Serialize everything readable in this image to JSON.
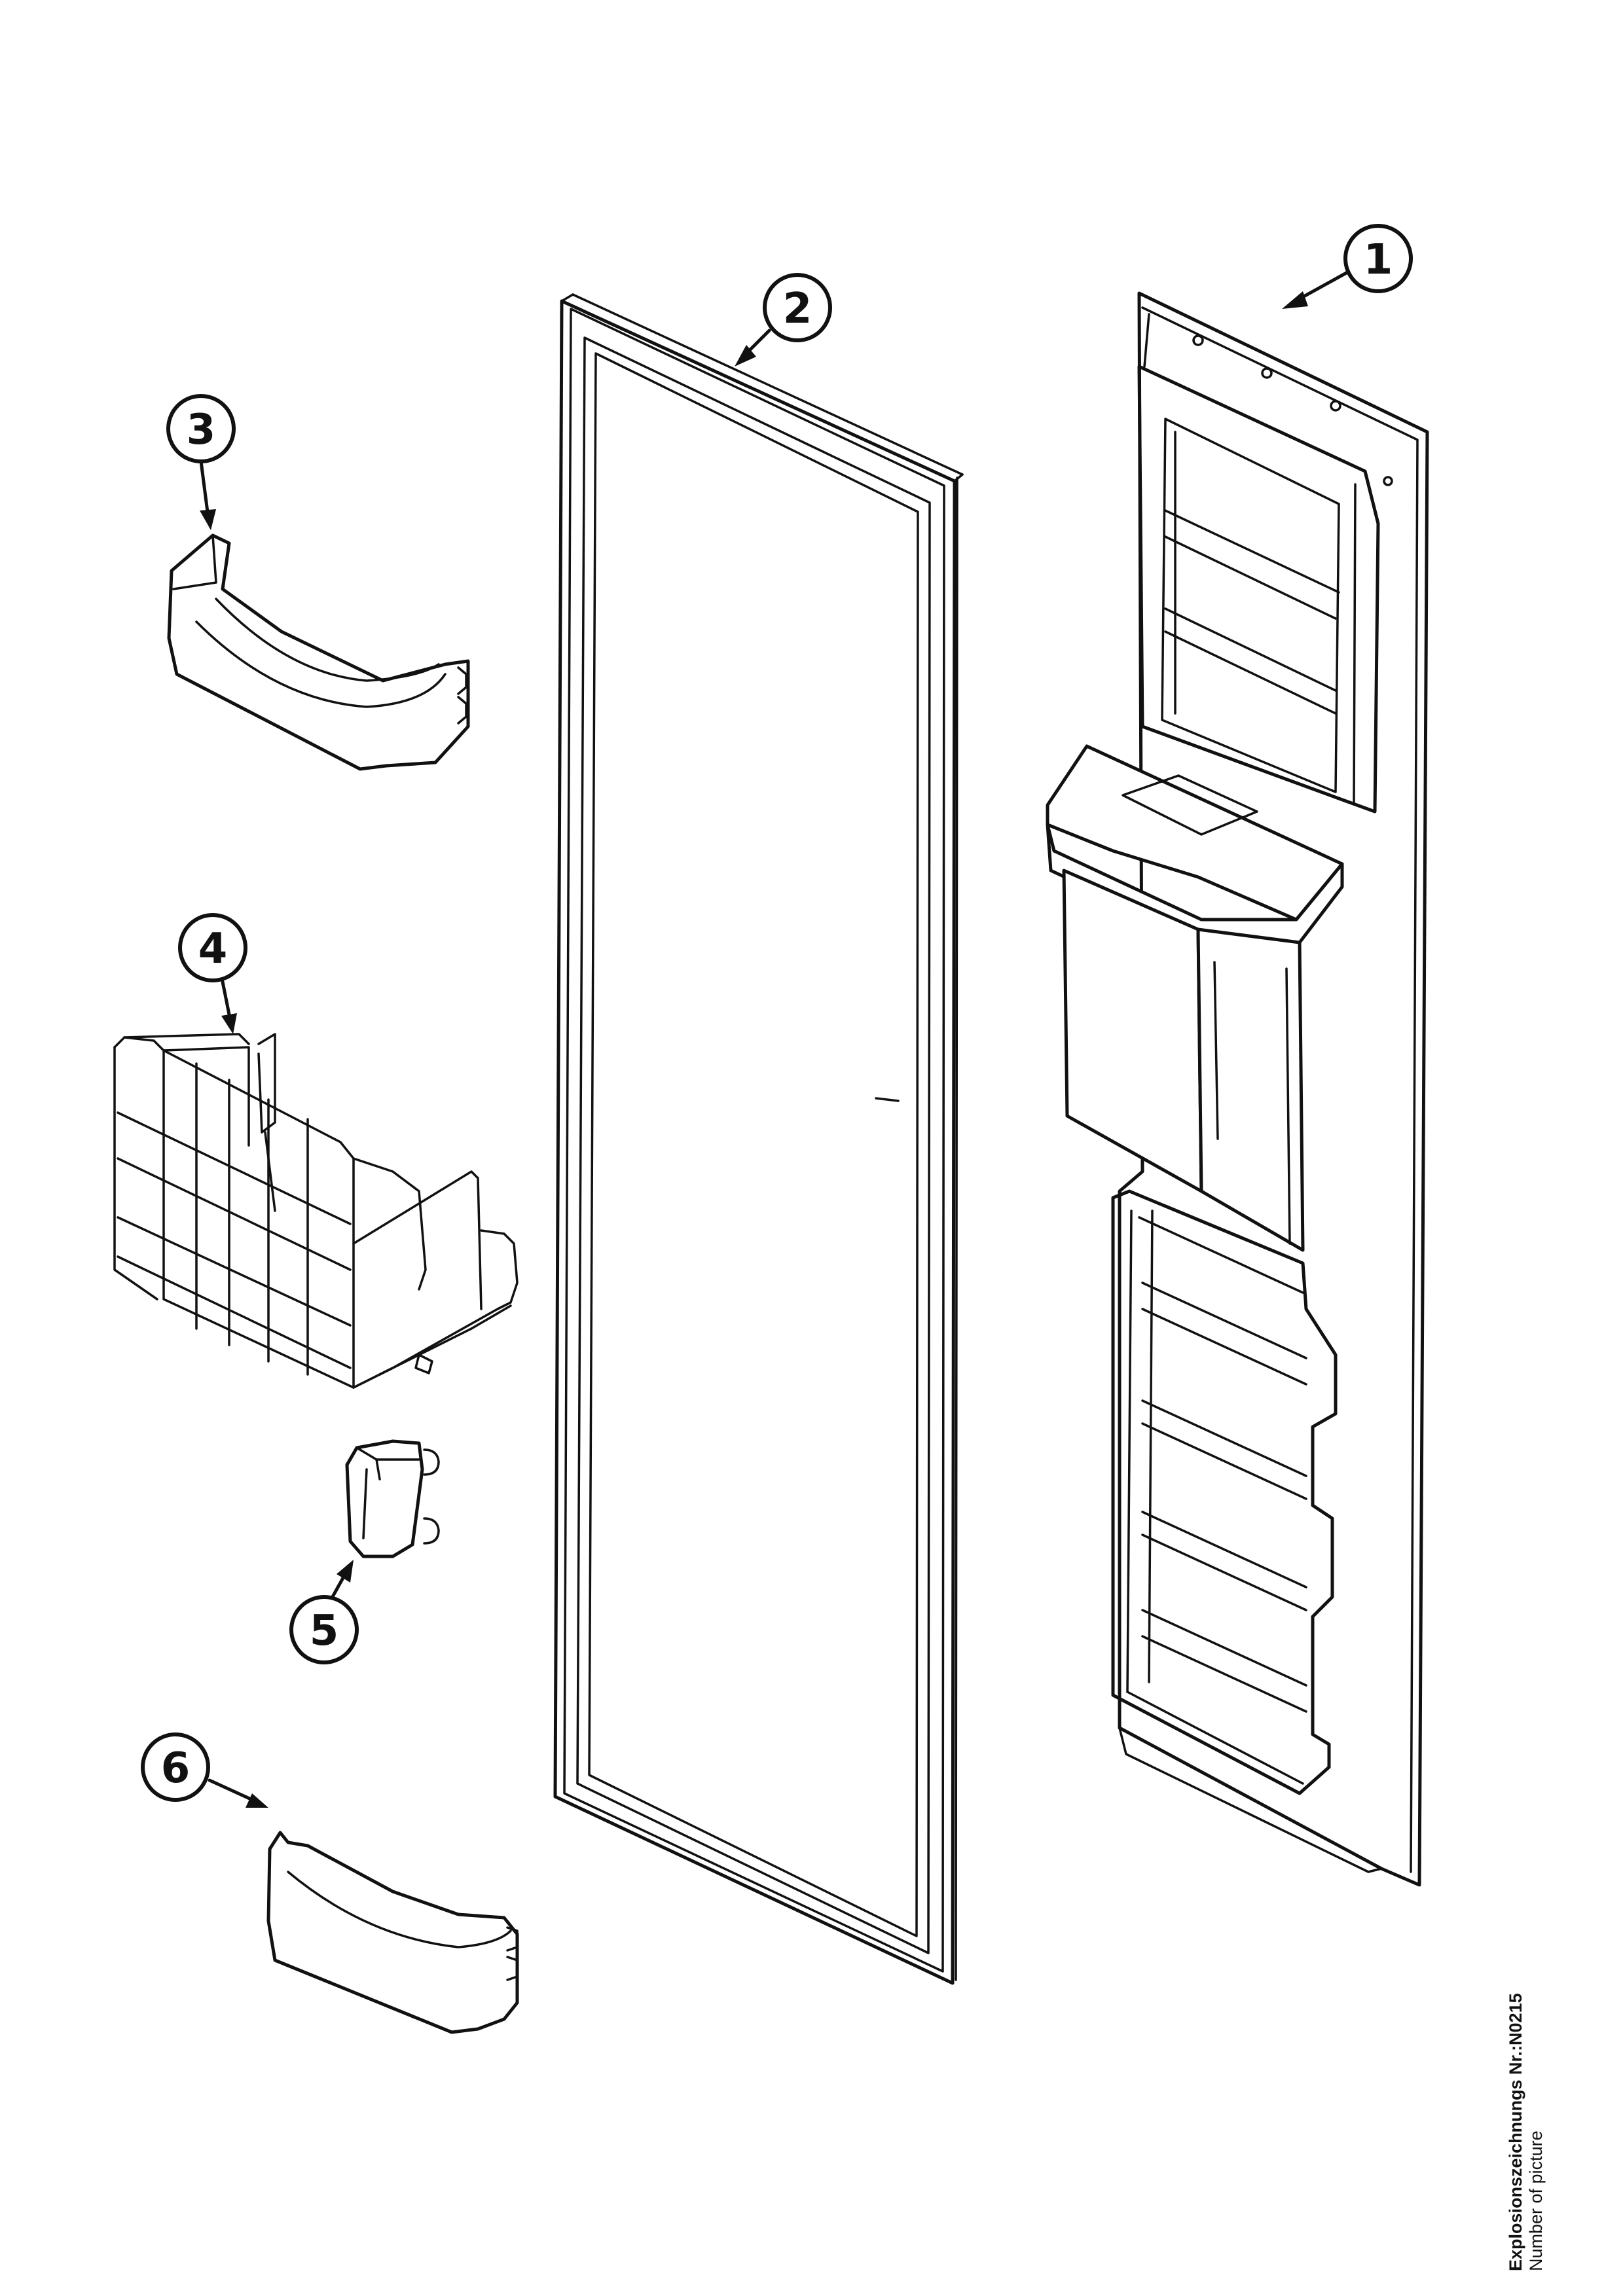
{
  "callouts": [
    {
      "id": "1",
      "label": "1"
    },
    {
      "id": "2",
      "label": "2"
    },
    {
      "id": "3",
      "label": "3"
    },
    {
      "id": "4",
      "label": "4"
    },
    {
      "id": "5",
      "label": "5"
    },
    {
      "id": "6",
      "label": "6"
    }
  ],
  "caption": {
    "line1": "Explosionszeichnungs Nr.:N0215",
    "line2": "Number of picture"
  }
}
